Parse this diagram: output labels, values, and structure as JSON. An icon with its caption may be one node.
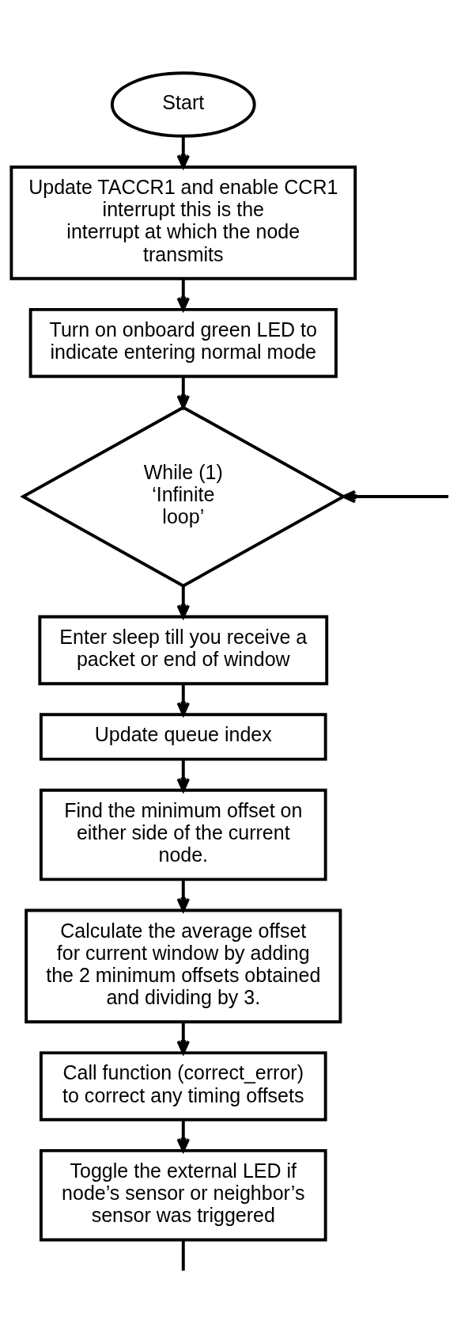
{
  "diagram": {
    "nodes": [
      {
        "text": [
          "Start"
        ]
      },
      {
        "text": [
          "Update TACCR1 and enable CCR1 interrupt this is the interrupt at which the node transmits"
        ]
      },
      {
        "text": [
          "Turn on onboard green LED to indicate entering normal mode"
        ]
      },
      {
        "text": [
          "While (1) ‘Infinite loop’"
        ]
      },
      {
        "text": [
          "Enter sleep till you receive a packet or end of window"
        ]
      },
      {
        "text": [
          "Update queue index"
        ]
      },
      {
        "text": [
          "Find the minimum offset on either side of the current node."
        ]
      },
      {
        "text": [
          "Calculate the average offset for current window by adding the 2 minimum offsets obtained and dividing by 3."
        ]
      },
      {
        "text": [
          "Call function (correct_error) to correct any timing offsets"
        ]
      },
      {
        "text": [
          "Toggle the external LED if node’s sensor or neighbor’s sensor was triggered"
        ]
      }
    ],
    "edges": [
      {
        "from": 0,
        "to": 1,
        "arrow": "to"
      },
      {
        "from": 1,
        "to": 2,
        "arrow": "to"
      },
      {
        "from": 2,
        "to": 3,
        "arrow": "to"
      },
      {
        "from": 3,
        "to": 4,
        "arrow": "to"
      },
      {
        "from": 4,
        "to": 5,
        "arrow": "to"
      },
      {
        "from": 5,
        "to": 6,
        "arrow": "to"
      },
      {
        "from": 6,
        "to": 7,
        "arrow": "to"
      },
      {
        "from": 7,
        "to": 8,
        "arrow": "to"
      },
      {
        "from": 8,
        "to": 9,
        "arrow": "to"
      },
      {
        "from": 9,
        "to": null,
        "arrow": "none"
      },
      {
        "from": null,
        "to": 3,
        "arrow": "to"
      }
    ]
  }
}
